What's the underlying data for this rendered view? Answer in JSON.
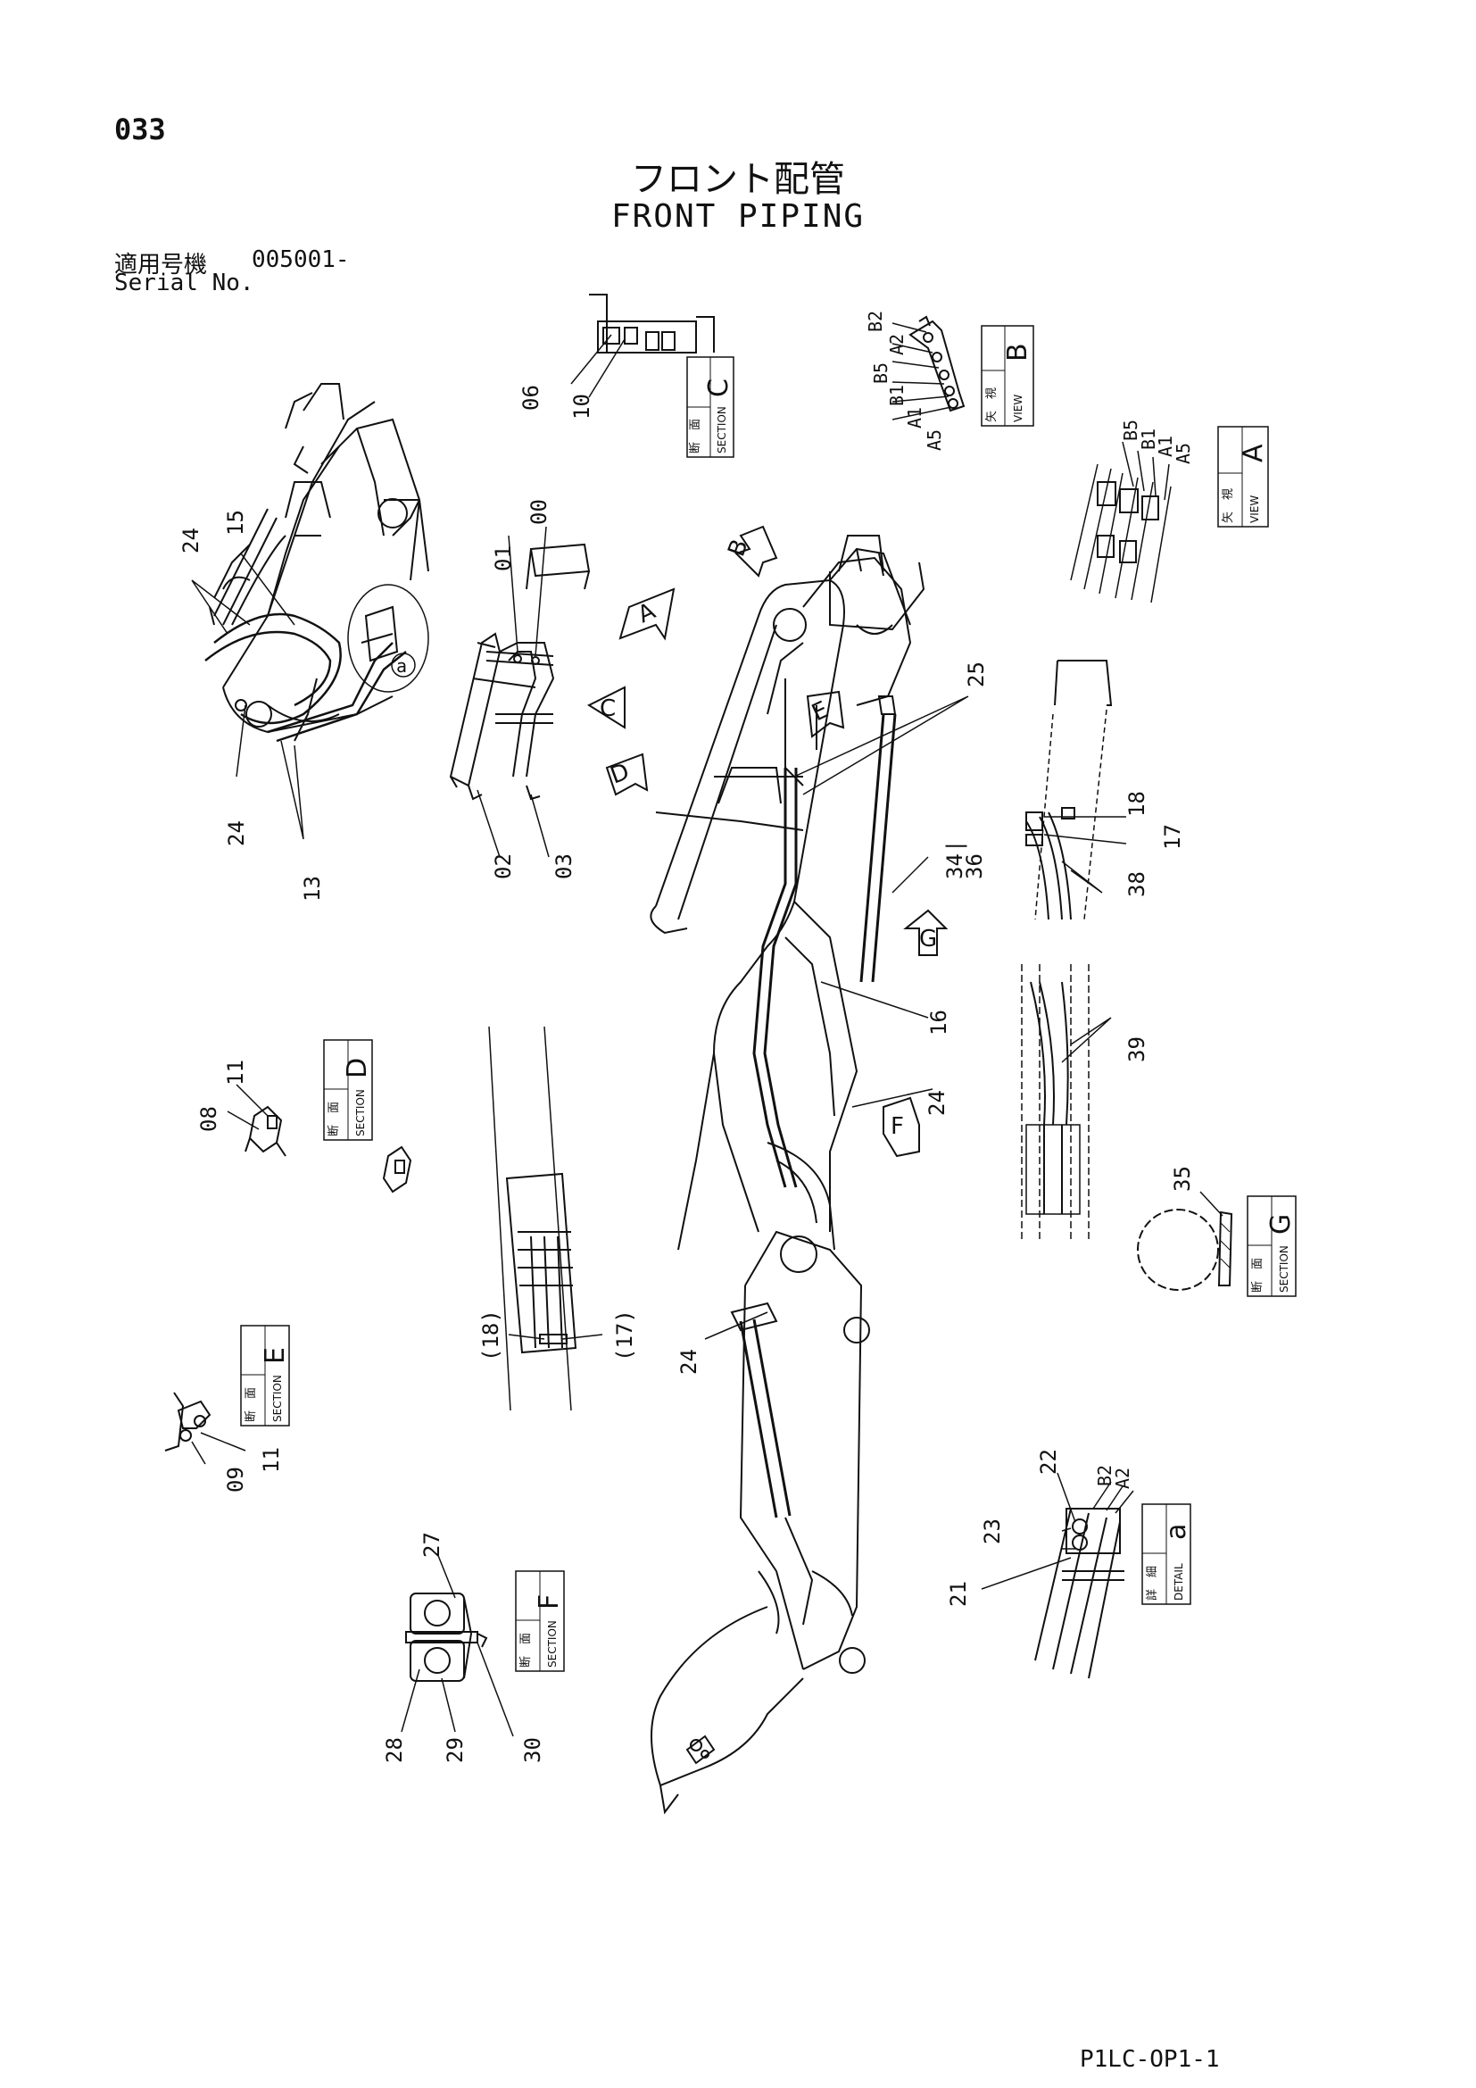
{
  "header": {
    "page_number": "033",
    "title_jp": "フロント配管",
    "title_en": "FRONT PIPING",
    "serial_label_jp": "適用号機",
    "serial_label_en": "Serial No.",
    "serial_value": "005001-"
  },
  "footer": {
    "code": "P1LC-OP1-1"
  },
  "views": {
    "view_a": {
      "jp": "矢　視",
      "en": "VIEW",
      "letter": "A"
    },
    "view_b": {
      "jp": "矢　視",
      "en": "VIEW",
      "letter": "B"
    },
    "section_c": {
      "jp": "断　面",
      "en": "SECTION",
      "letter": "C"
    },
    "section_d": {
      "jp": "断　面",
      "en": "SECTION",
      "letter": "D"
    },
    "section_e": {
      "jp": "断　面",
      "en": "SECTION",
      "letter": "E"
    },
    "section_f": {
      "jp": "断　面",
      "en": "SECTION",
      "letter": "F"
    },
    "section_g": {
      "jp": "断　面",
      "en": "SECTION",
      "letter": "G"
    },
    "detail_a": {
      "jp": "詳　細",
      "en": "DETAIL",
      "letter": "a"
    }
  },
  "view_arrows": {
    "a": "A",
    "b": "B",
    "c": "C",
    "d": "D",
    "e": "E",
    "f": "F",
    "g": "G"
  },
  "ports": {
    "a1": "A1",
    "a2": "A2",
    "a5": "A5",
    "b1": "B1",
    "b2": "B2",
    "b5": "B5"
  },
  "detail_marker": "a",
  "parts": {
    "p00": "00",
    "p01": "01",
    "p02": "02",
    "p03": "03",
    "p06": "06",
    "p08": "08",
    "p09": "09",
    "p10": "10",
    "p11": "11",
    "p13": "13",
    "p15": "15",
    "p16": "16",
    "p17": "17",
    "p18": "18",
    "p17p": "(17)",
    "p18p": "(18)",
    "p21": "21",
    "p22": "22",
    "p23": "23",
    "p24": "24",
    "p25": "25",
    "p27": "27",
    "p28": "28",
    "p29": "29",
    "p30": "30",
    "p34_36": "34\n|\n36",
    "p34": "34",
    "p36": "36",
    "p35": "35",
    "p38": "38",
    "p39": "39"
  }
}
